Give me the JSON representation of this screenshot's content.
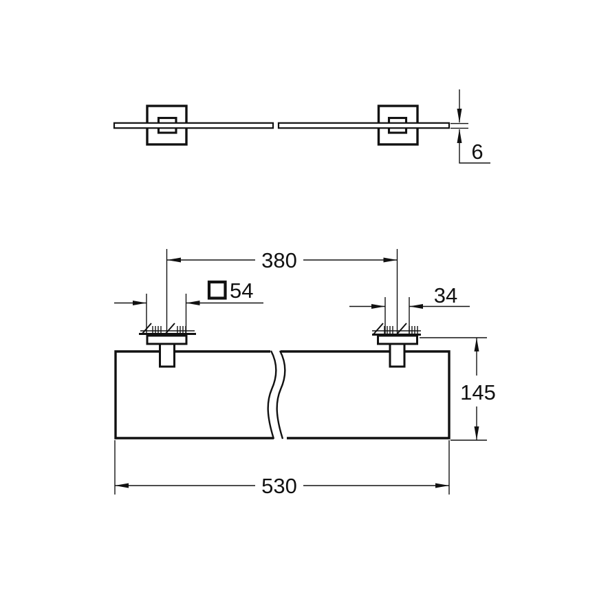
{
  "drawing": {
    "background": "#ffffff",
    "line_color": "#111111",
    "views": {
      "front_view": "glass shelf side profile with two square wall plates",
      "plan_view": "shelf top view with two brackets and break lines"
    },
    "labels": {
      "glass_thickness": "6",
      "hole_spacing": "380",
      "plate_square": "54",
      "bracket_width": "34",
      "shelf_depth": "145",
      "shelf_width": "530"
    }
  }
}
